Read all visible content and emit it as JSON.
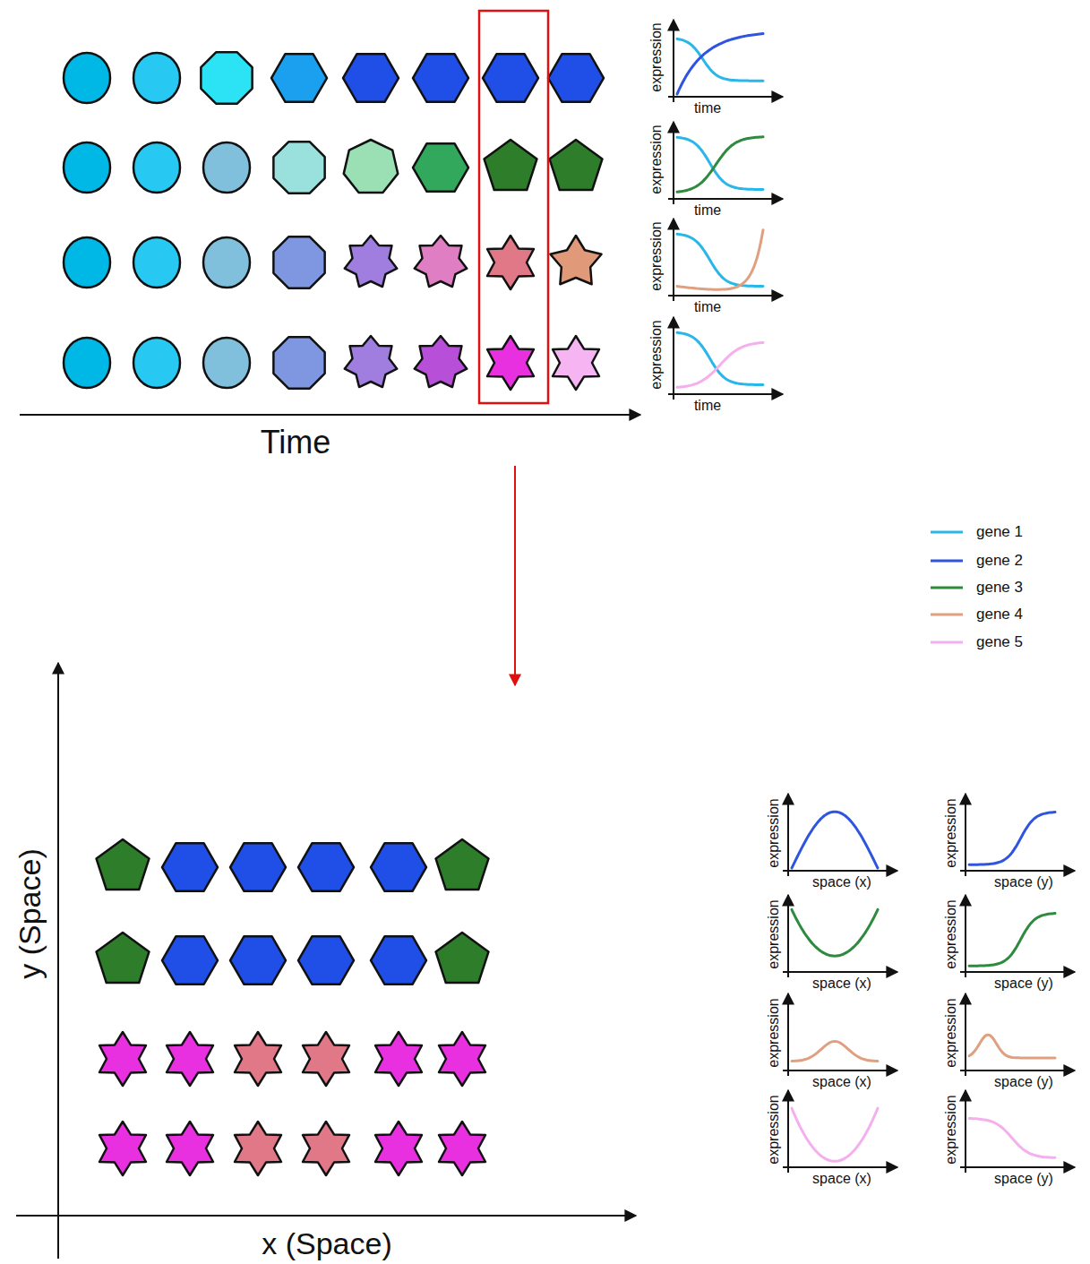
{
  "diagram": {
    "labels": [
      "expression",
      "time",
      "expression",
      "time",
      "expression",
      "time",
      "expression",
      "time",
      "Time",
      "y (Space)",
      "x (Space)",
      "expression",
      "space (x)",
      "expression",
      "space (y)",
      "expression",
      "space (x)",
      "expression",
      "space (y)",
      "expression",
      "space (x)",
      "expression",
      "space (y)",
      "expression",
      "space (x)",
      "expression",
      "space (y)"
    ],
    "legend": [
      {
        "text": "gene 1",
        "color": "#29b6e8"
      },
      {
        "text": "gene 2",
        "color": "#2f55e0"
      },
      {
        "text": "gene 3",
        "color": "#2e8a3e"
      },
      {
        "text": "gene 4",
        "color": "#e0a080"
      },
      {
        "text": "gene 5",
        "color": "#f4b0ee"
      }
    ]
  }
}
